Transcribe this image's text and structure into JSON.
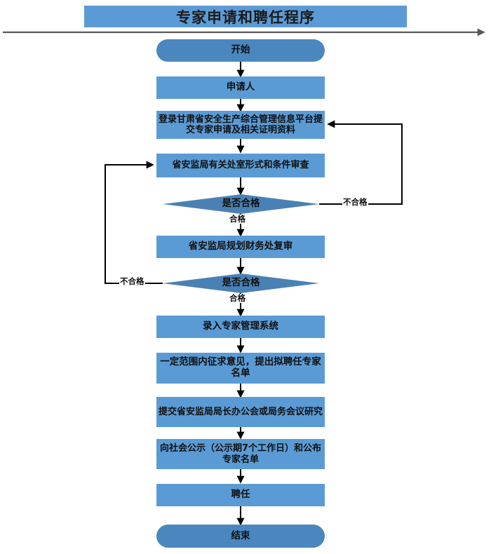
{
  "diagram": {
    "title": "专家申请和聘任程序",
    "nodes": [
      {
        "id": "start",
        "label": "开始",
        "type": "terminator"
      },
      {
        "id": "applicant",
        "label": "申请人",
        "type": "process"
      },
      {
        "id": "submit",
        "label": "登录甘肃省安全生产综合管理信息平台提交专家申请及相关证明资料",
        "type": "process"
      },
      {
        "id": "review1",
        "label": "省安监局有关处室形式和条件审查",
        "type": "process"
      },
      {
        "id": "decision1",
        "label": "是否合格",
        "type": "decision"
      },
      {
        "id": "review2",
        "label": "省安监局规划财务处复审",
        "type": "process"
      },
      {
        "id": "decision2",
        "label": "是否合格",
        "type": "decision"
      },
      {
        "id": "entry",
        "label": "录入专家管理系统",
        "type": "process"
      },
      {
        "id": "consult",
        "label": "一定范围内征求意见，提出拟聘任专家名单",
        "type": "process"
      },
      {
        "id": "meeting",
        "label": "提交省安监局局长办公会或局务会议研究",
        "type": "process"
      },
      {
        "id": "publicity",
        "label": "向社会公示（公示期7个工作日）和公布专家名单",
        "type": "process"
      },
      {
        "id": "appoint",
        "label": "聘任",
        "type": "process"
      },
      {
        "id": "end",
        "label": "结束",
        "type": "terminator"
      }
    ],
    "edge_labels": {
      "pass1": "合格",
      "fail1": "不合格",
      "pass2": "合格",
      "fail2": "不合格"
    },
    "colors": {
      "process_fill": "#5B9BD5",
      "terminator_fill": "#4A87BE",
      "decision_fill": "#4A81B4",
      "connector_stroke": "#000000",
      "header_rule": "#595959",
      "text": "#111111"
    }
  }
}
